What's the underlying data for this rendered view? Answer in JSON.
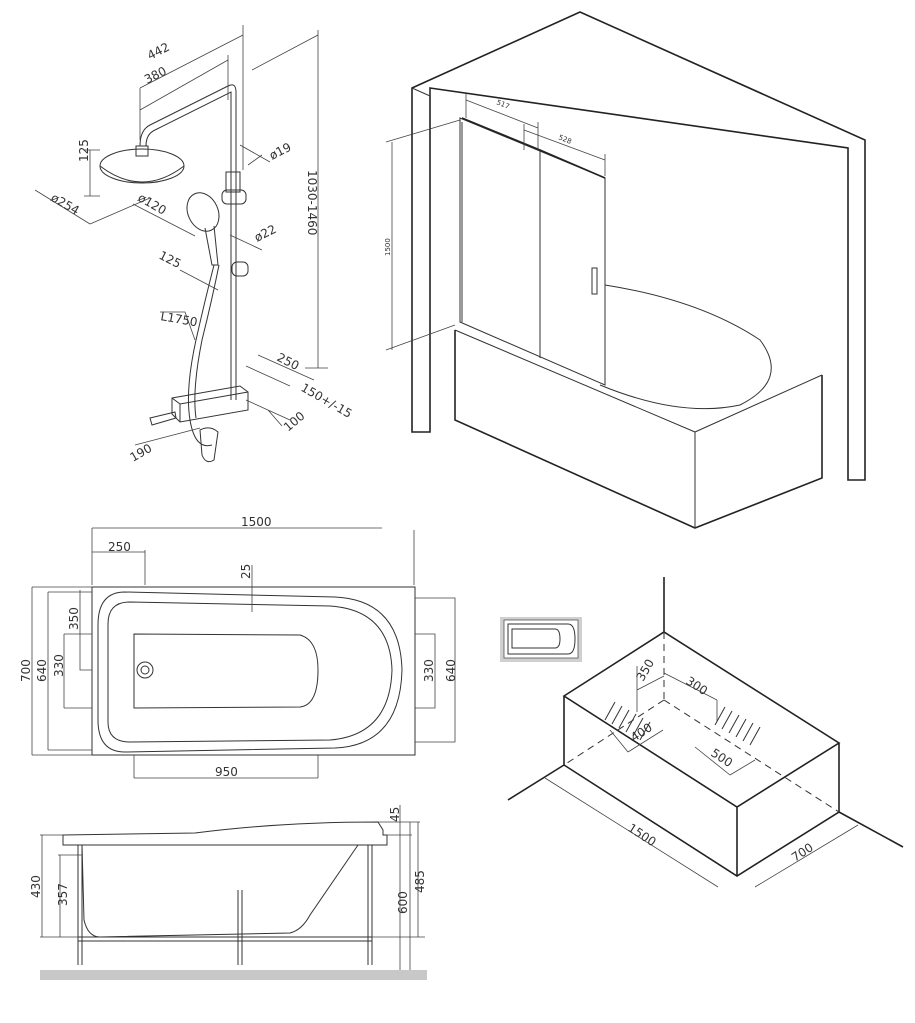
{
  "shower_column": {
    "dims": {
      "width_442": "442",
      "width_380": "380",
      "head_height": "125",
      "head_diameter": "ø254",
      "hand_diameter": "ø120",
      "rail_diameter": "ø19",
      "holder_diameter": "ø22",
      "hand_offset": "125",
      "hose_length": "L1750",
      "height_range": "1030-1460",
      "shelf_depth": "250",
      "centers": "150+/-15",
      "mixer_offset": "100",
      "spout_length": "190"
    }
  },
  "bath_screen": {
    "dims": {
      "panel_1": "517",
      "panel_2": "528",
      "height": "1500"
    }
  },
  "plan_view": {
    "dims": {
      "length": "1500",
      "drain_offset": "250",
      "rim": "25",
      "width": "700",
      "inner_width_left": "640",
      "support_left": "330",
      "drain_from_edge": "350",
      "support_right": "330",
      "inner_width_right": "640",
      "base_length": "950"
    }
  },
  "side_view": {
    "dims": {
      "height_430": "430",
      "depth_357": "357",
      "rim_45": "45",
      "total_600": "600",
      "height_485": "485"
    }
  },
  "installation_view": {
    "dims": {
      "offset_350": "350",
      "offset_300": "300",
      "zone_400": "400",
      "zone_500": "500",
      "length": "1500",
      "width": "700"
    }
  }
}
